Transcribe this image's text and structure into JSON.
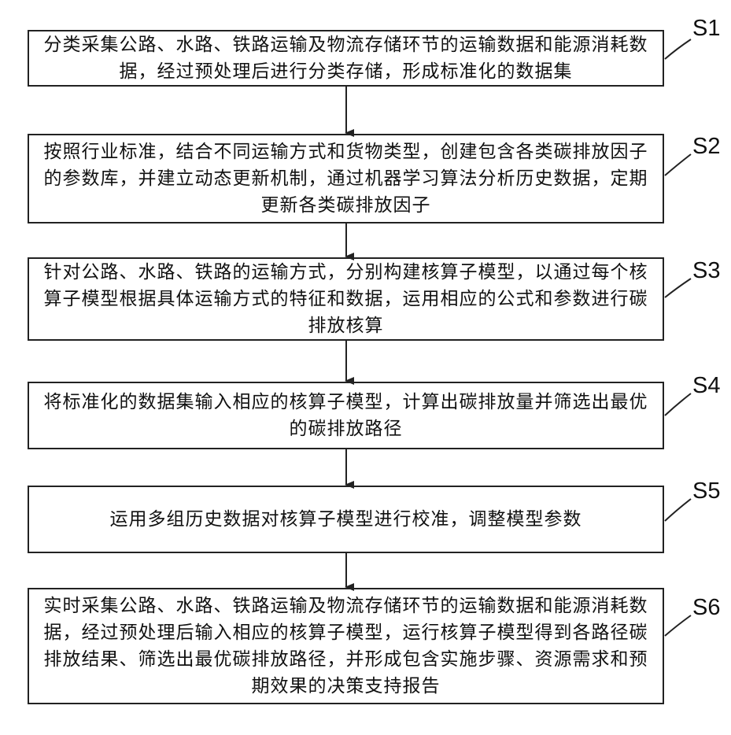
{
  "steps": [
    {
      "label": "S1",
      "text": "分类采集公路、水路、铁路运输及物流存储环节的运输数据和能源消耗数据，经过预处理后进行分类存储，形成标准化的数据集"
    },
    {
      "label": "S2",
      "text": "按照行业标准，结合不同运输方式和货物类型，创建包含各类碳排放因子的参数库，并建立动态更新机制，通过机器学习算法分析历史数据，定期更新各类碳排放因子"
    },
    {
      "label": "S3",
      "text": "针对公路、水路、铁路的运输方式，分别构建核算子模型，以通过每个核算子模型根据具体运输方式的特征和数据，运用相应的公式和参数进行碳排放核算"
    },
    {
      "label": "S4",
      "text": "将标准化的数据集输入相应的核算子模型，计算出碳排放量并筛选出最优的碳排放路径"
    },
    {
      "label": "S5",
      "text": "运用多组历史数据对核算子模型进行校准，调整模型参数"
    },
    {
      "label": "S6",
      "text": "实时采集公路、水路、铁路运输及物流存储环节的运输数据和能源消耗数据，经过预处理后输入相应的核算子模型，运行核算子模型得到各路径碳排放结果、筛选出最优碳排放路径，并形成包含实施步骤、资源需求和预期效果的决策支持报告"
    }
  ]
}
